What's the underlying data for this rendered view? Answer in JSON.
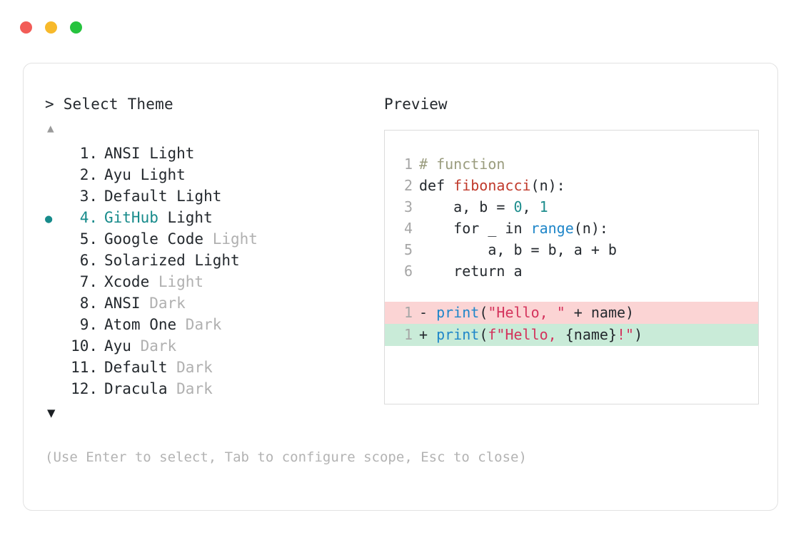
{
  "window": {
    "traffic_lights": [
      {
        "name": "close",
        "color": "#f25c57"
      },
      {
        "name": "minimize",
        "color": "#f7b92b"
      },
      {
        "name": "maximize",
        "color": "#26c33e"
      }
    ]
  },
  "selector": {
    "prompt_marker": ">",
    "prompt_label": "Select Theme",
    "scroll_up_icon": "▲",
    "scroll_down_icon": "▼",
    "selected_index": 4,
    "selected_color": "#178b8b",
    "bullet_glyph": "●",
    "items": [
      {
        "num": "1.",
        "name": "ANSI",
        "variant": "Light",
        "variant_dim": false,
        "selected": false
      },
      {
        "num": "2.",
        "name": "Ayu",
        "variant": "Light",
        "variant_dim": false,
        "selected": false
      },
      {
        "num": "3.",
        "name": "Default",
        "variant": "Light",
        "variant_dim": false,
        "selected": false
      },
      {
        "num": "4.",
        "name": "GitHub",
        "variant": "Light",
        "variant_dim": false,
        "selected": true
      },
      {
        "num": "5.",
        "name": "Google Code",
        "variant": "Light",
        "variant_dim": true,
        "selected": false
      },
      {
        "num": "6.",
        "name": "Solarized",
        "variant": "Light",
        "variant_dim": false,
        "selected": false
      },
      {
        "num": "7.",
        "name": "Xcode",
        "variant": "Light",
        "variant_dim": true,
        "selected": false
      },
      {
        "num": "8.",
        "name": "ANSI",
        "variant": "Dark",
        "variant_dim": true,
        "selected": false
      },
      {
        "num": "9.",
        "name": "Atom One",
        "variant": "Dark",
        "variant_dim": true,
        "selected": false
      },
      {
        "num": "10.",
        "name": "Ayu",
        "variant": "Dark",
        "variant_dim": true,
        "selected": false
      },
      {
        "num": "11.",
        "name": "Default",
        "variant": "Dark",
        "variant_dim": true,
        "selected": false
      },
      {
        "num": "12.",
        "name": "Dracula",
        "variant": "Dark",
        "variant_dim": true,
        "selected": false
      }
    ],
    "hint": "(Use Enter to select, Tab to configure scope, Esc to close)"
  },
  "preview": {
    "title": "Preview",
    "code_lines": [
      {
        "ln": "1",
        "tokens": [
          {
            "t": "# function",
            "c": "tok-comment"
          }
        ]
      },
      {
        "ln": "2",
        "tokens": [
          {
            "t": "def ",
            "c": "tok-keyword"
          },
          {
            "t": "fibonacci",
            "c": "tok-fn"
          },
          {
            "t": "(n):",
            "c": "tok-plain"
          }
        ]
      },
      {
        "ln": "3",
        "tokens": [
          {
            "t": "    a, b = ",
            "c": "tok-plain"
          },
          {
            "t": "0",
            "c": "tok-num"
          },
          {
            "t": ", ",
            "c": "tok-plain"
          },
          {
            "t": "1",
            "c": "tok-num"
          }
        ]
      },
      {
        "ln": "4",
        "tokens": [
          {
            "t": "    for _ in ",
            "c": "tok-plain"
          },
          {
            "t": "range",
            "c": "tok-builtin"
          },
          {
            "t": "(n):",
            "c": "tok-plain"
          }
        ]
      },
      {
        "ln": "5",
        "tokens": [
          {
            "t": "        a, b = b, a + b",
            "c": "tok-plain"
          }
        ]
      },
      {
        "ln": "6",
        "tokens": [
          {
            "t": "    return a",
            "c": "tok-plain"
          }
        ]
      }
    ],
    "diff_lines": [
      {
        "ln": "1",
        "sign": "-",
        "kind": "diff-del",
        "tokens": [
          {
            "t": "print",
            "c": "tok-builtin"
          },
          {
            "t": "(",
            "c": "tok-plain"
          },
          {
            "t": "\"Hello, \"",
            "c": "tok-str"
          },
          {
            "t": " + name)",
            "c": "tok-plain"
          }
        ]
      },
      {
        "ln": "1",
        "sign": "+",
        "kind": "diff-add",
        "tokens": [
          {
            "t": "print",
            "c": "tok-builtin"
          },
          {
            "t": "(",
            "c": "tok-plain"
          },
          {
            "t": "f\"Hello, ",
            "c": "tok-str"
          },
          {
            "t": "{name}",
            "c": "tok-plain"
          },
          {
            "t": "!\"",
            "c": "tok-str"
          },
          {
            "t": ")",
            "c": "tok-plain"
          }
        ]
      }
    ],
    "colors": {
      "comment": "#9a9c7e",
      "function": "#c0392b",
      "builtin": "#1f86c9",
      "number": "#1c8c8c",
      "string": "#d4335c",
      "diff_delete_bg": "#fbd4d4",
      "diff_add_bg": "#c9ebd8"
    }
  }
}
